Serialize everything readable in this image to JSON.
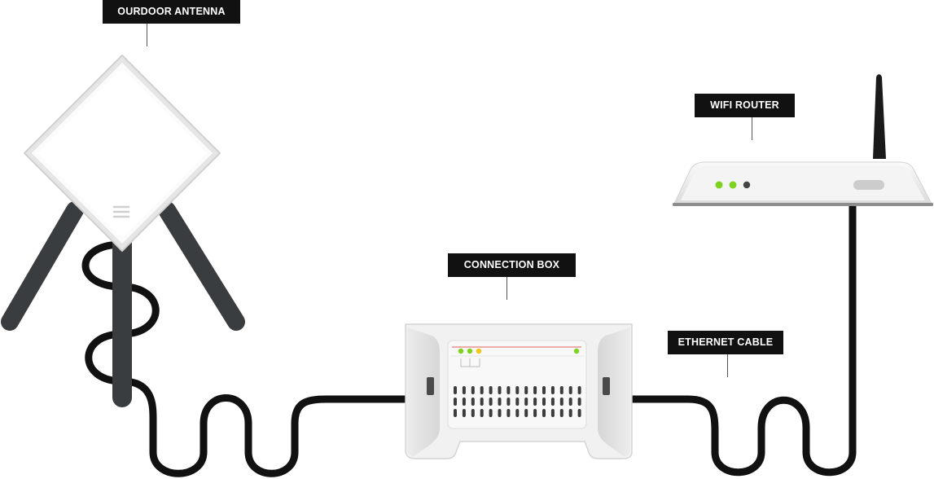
{
  "labels": {
    "outdoor_antenna": "OURDOOR ANTENNA",
    "wifi_router": "WIFI ROUTER",
    "connection_box": "CONNECTION BOX",
    "ethernet_cable": "ETHERNET CABLE"
  },
  "colors": {
    "label_bg": "#111111",
    "label_text": "#ffffff",
    "cable": "#111111",
    "antenna_leg": "#3a3d40",
    "device_body": "#f2f2f2",
    "led_green": "#7ed321",
    "led_yellow": "#f5c518"
  },
  "icons": {
    "antenna_grip": "three-lines-icon"
  }
}
